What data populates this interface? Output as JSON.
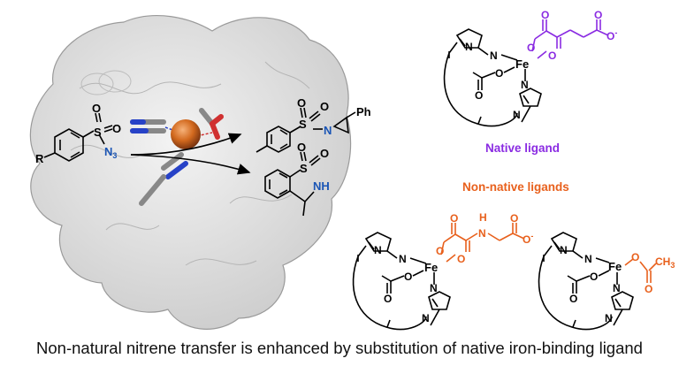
{
  "caption": "Non-natural nitrene transfer is enhanced by substitution of native iron-binding ligand",
  "labels": {
    "native_ligand": "Native ligand",
    "non_native_ligands": "Non-native ligands"
  },
  "atoms": {
    "S": "S",
    "O": "O",
    "N": "N",
    "N3": "N",
    "N3_sub": "3",
    "R": "R",
    "Ph": "Ph",
    "NH": "NH",
    "H": "H",
    "Fe": "Fe",
    "CH3": "CH",
    "CH3_sub": "3",
    "charge": "-"
  },
  "colors": {
    "native": "#8a2be2",
    "non_native": "#e8601c",
    "nitrogen_blue": "#1a55b5",
    "iron_sphere": "#c8601e",
    "protein_gray": "#d9d9d9"
  }
}
